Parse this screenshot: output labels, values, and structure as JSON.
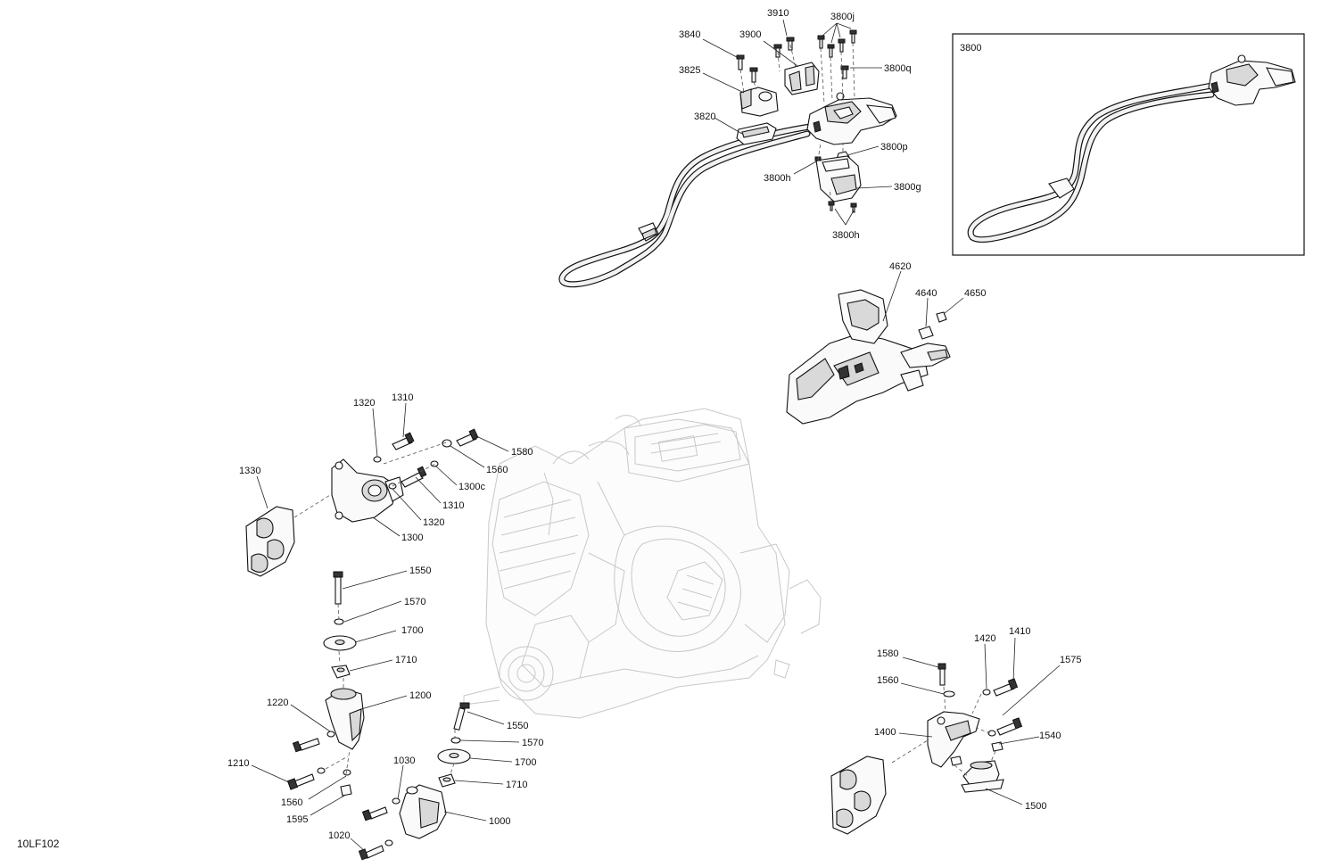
{
  "diagram": {
    "reference_code": "10LF102",
    "inset": {
      "label": "3800"
    },
    "labels": {
      "l3910": "3910",
      "l3800j": "3800j",
      "l3840": "3840",
      "l3900": "3900",
      "l3800q": "3800q",
      "l3825": "3825",
      "l3820": "3820",
      "l3800p": "3800p",
      "l3800h_a": "3800h",
      "l3800g": "3800g",
      "l3800h_b": "3800h",
      "l4620": "4620",
      "l4640": "4640",
      "l4650": "4650",
      "l1310_a": "1310",
      "l1320_a": "1320",
      "l1580_a": "1580",
      "l1330": "1330",
      "l1560_a": "1560",
      "l1300c": "1300c",
      "l1310_b": "1310",
      "l1320_b": "1320",
      "l1300": "1300",
      "l1550_a": "1550",
      "l1570_a": "1570",
      "l1700_a": "1700",
      "l1710_a": "1710",
      "l1220": "1220",
      "l1200": "1200",
      "l1210": "1210",
      "l1560_b": "1560",
      "l1595": "1595",
      "l1030": "1030",
      "l1550_b": "1550",
      "l1570_b": "1570",
      "l1700_b": "1700",
      "l1710_b": "1710",
      "l1000": "1000",
      "l1020": "1020",
      "l1580_b": "1580",
      "l1420": "1420",
      "l1410": "1410",
      "l1575": "1575",
      "l1560_c": "1560",
      "l1400": "1400",
      "l1540": "1540",
      "l1500": "1500"
    }
  }
}
